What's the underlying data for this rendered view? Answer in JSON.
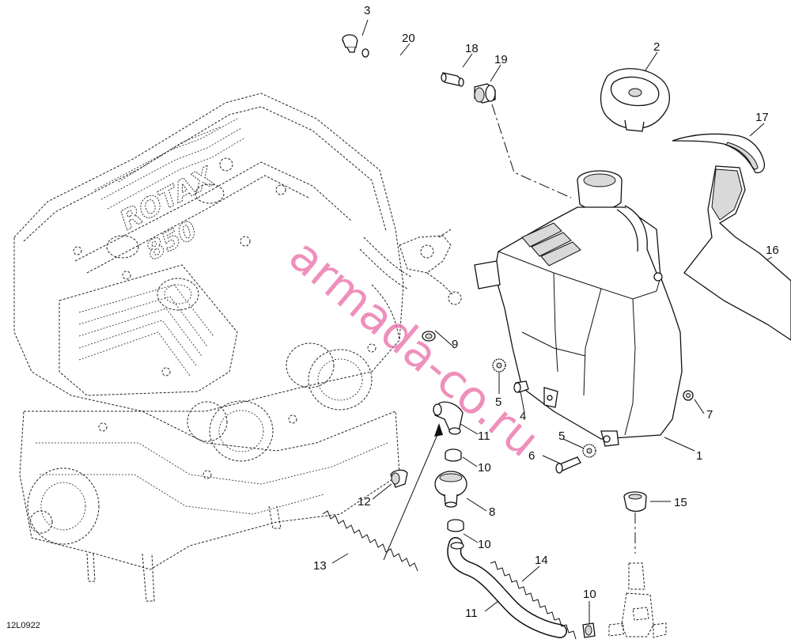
{
  "figure": {
    "reference_code": "12L0922",
    "watermark": "armada-co.ru"
  },
  "callouts": [
    {
      "id": "c1",
      "number": "1"
    },
    {
      "id": "c2",
      "number": "2"
    },
    {
      "id": "c3",
      "number": "3"
    },
    {
      "id": "c4",
      "number": "4"
    },
    {
      "id": "c5a",
      "number": "5"
    },
    {
      "id": "c5b",
      "number": "5"
    },
    {
      "id": "c6",
      "number": "6"
    },
    {
      "id": "c7",
      "number": "7"
    },
    {
      "id": "c8",
      "number": "8"
    },
    {
      "id": "c9",
      "number": "9"
    },
    {
      "id": "c10a",
      "number": "10"
    },
    {
      "id": "c10b",
      "number": "10"
    },
    {
      "id": "c10c",
      "number": "10"
    },
    {
      "id": "c11a",
      "number": "11"
    },
    {
      "id": "c11b",
      "number": "11"
    },
    {
      "id": "c12",
      "number": "12"
    },
    {
      "id": "c13",
      "number": "13"
    },
    {
      "id": "c14",
      "number": "14"
    },
    {
      "id": "c15",
      "number": "15"
    },
    {
      "id": "c16",
      "number": "16"
    },
    {
      "id": "c17",
      "number": "17"
    },
    {
      "id": "c18",
      "number": "18"
    },
    {
      "id": "c19",
      "number": "19"
    },
    {
      "id": "c20",
      "number": "20"
    }
  ],
  "engine_labels": {
    "brand": "ROTAX",
    "model": "850"
  }
}
